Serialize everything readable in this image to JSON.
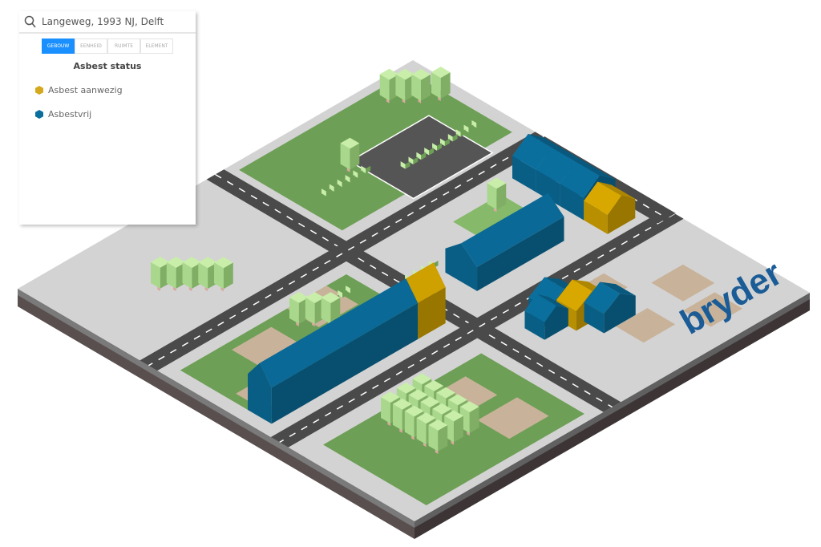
{
  "search": {
    "value": "Langeweg, 1993 NJ, Delft",
    "icon": "search-icon"
  },
  "tabs": [
    {
      "label": "GEBOUW",
      "active": true
    },
    {
      "label": "EENHEID",
      "active": false
    },
    {
      "label": "RUIMTE",
      "active": false
    },
    {
      "label": "ELEMENT",
      "active": false
    }
  ],
  "legend": {
    "title": "Asbest status",
    "items": [
      {
        "label": "Asbest aanwezig",
        "color": "#d4a91c"
      },
      {
        "label": "Asbestvrij",
        "color": "#0b6f9e"
      }
    ]
  },
  "map": {
    "logo": "bryder",
    "colors": {
      "blue": "#0b6f9e",
      "yellow": "#d9a800",
      "green": "#6e9f56",
      "ground": "#d3d3d3",
      "road": "#4a4a4a",
      "lot": "#c8b39a"
    }
  }
}
